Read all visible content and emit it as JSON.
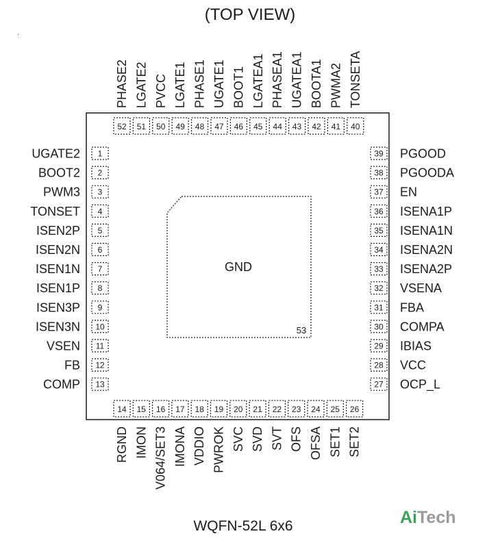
{
  "title": "(TOP VIEW)",
  "package": "WQFN-52L 6x6",
  "logo": {
    "part1": "Ai",
    "part2": "Tech",
    "color_primary": "#3aa357",
    "color_secondary": "#9a9a9a"
  },
  "pad": {
    "label": "GND",
    "number": "53"
  },
  "pins": {
    "left": [
      {
        "num": "1",
        "name": "UGATE2"
      },
      {
        "num": "2",
        "name": "BOOT2"
      },
      {
        "num": "3",
        "name": "PWM3"
      },
      {
        "num": "4",
        "name": "TONSET"
      },
      {
        "num": "5",
        "name": "ISEN2P"
      },
      {
        "num": "6",
        "name": "ISEN2N"
      },
      {
        "num": "7",
        "name": "ISEN1N"
      },
      {
        "num": "8",
        "name": "ISEN1P"
      },
      {
        "num": "9",
        "name": "ISEN3P"
      },
      {
        "num": "10",
        "name": "ISEN3N"
      },
      {
        "num": "11",
        "name": "VSEN"
      },
      {
        "num": "12",
        "name": "FB"
      },
      {
        "num": "13",
        "name": "COMP"
      }
    ],
    "bottom": [
      {
        "num": "14",
        "name": "RGND"
      },
      {
        "num": "15",
        "name": "IMON"
      },
      {
        "num": "16",
        "name": "V064/SET3"
      },
      {
        "num": "17",
        "name": "IMONA"
      },
      {
        "num": "18",
        "name": "VDDIO"
      },
      {
        "num": "19",
        "name": "PWROK"
      },
      {
        "num": "20",
        "name": "SVC"
      },
      {
        "num": "21",
        "name": "SVD"
      },
      {
        "num": "22",
        "name": "SVT"
      },
      {
        "num": "23",
        "name": "OFS"
      },
      {
        "num": "24",
        "name": "OFSA"
      },
      {
        "num": "25",
        "name": "SET1"
      },
      {
        "num": "26",
        "name": "SET2"
      }
    ],
    "right": [
      {
        "num": "39",
        "name": "PGOOD"
      },
      {
        "num": "38",
        "name": "PGOODA"
      },
      {
        "num": "37",
        "name": "EN"
      },
      {
        "num": "36",
        "name": "ISENA1P"
      },
      {
        "num": "35",
        "name": "ISENA1N"
      },
      {
        "num": "34",
        "name": "ISENA2N"
      },
      {
        "num": "33",
        "name": "ISENA2P"
      },
      {
        "num": "32",
        "name": "VSENA"
      },
      {
        "num": "31",
        "name": "FBA"
      },
      {
        "num": "30",
        "name": "COMPA"
      },
      {
        "num": "29",
        "name": "IBIAS"
      },
      {
        "num": "28",
        "name": "VCC"
      },
      {
        "num": "27",
        "name": "OCP_L"
      }
    ],
    "top": [
      {
        "num": "52",
        "name": "PHASE2"
      },
      {
        "num": "51",
        "name": "LGATE2"
      },
      {
        "num": "50",
        "name": "PVCC"
      },
      {
        "num": "49",
        "name": "LGATE1"
      },
      {
        "num": "48",
        "name": "PHASE1"
      },
      {
        "num": "47",
        "name": "UGATE1"
      },
      {
        "num": "46",
        "name": "BOOT1"
      },
      {
        "num": "45",
        "name": "LGATEA1"
      },
      {
        "num": "44",
        "name": "PHASEA1"
      },
      {
        "num": "43",
        "name": "UGATEA1"
      },
      {
        "num": "42",
        "name": "BOOTA1"
      },
      {
        "num": "41",
        "name": "PWMA2"
      },
      {
        "num": "40",
        "name": "TONSETA"
      }
    ]
  }
}
